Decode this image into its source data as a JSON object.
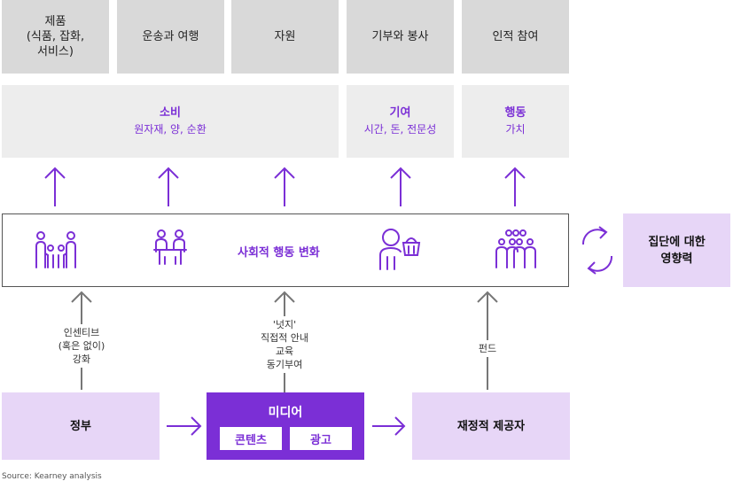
{
  "categories": [
    {
      "label": "제품\n(식품, 잡화,\n서비스)"
    },
    {
      "label": "운송과 여행"
    },
    {
      "label": "자원"
    },
    {
      "label": "기부와 봉사"
    },
    {
      "label": "인적 참여"
    }
  ],
  "results": [
    {
      "title": "소비",
      "sub": "원자재, 양, 순환"
    },
    {
      "title": "기여",
      "sub": "시간, 돈, 전문성"
    },
    {
      "title": "행동",
      "sub": "가치"
    }
  ],
  "behavior_change": "사회적 행동 변화",
  "collective_impact": "집단에 대한\n영향력",
  "government": "정부",
  "media": {
    "title": "미디어",
    "content": "콘텐츠",
    "ads": "광고"
  },
  "funders": "재정적 제공자",
  "labels": {
    "incentive": "인센티브\n(혹은 없이)\n강화",
    "nudge": "'넛지'\n직접적 안내\n교육\n동기부여",
    "fund": "펀드"
  },
  "source": "Source: Kearney analysis",
  "colors": {
    "accent": "#7b2fd6",
    "lavender": "#e7d6f7",
    "gray": "#d9d9d9",
    "light_gray": "#ededed"
  },
  "icons": [
    "family-icon",
    "meeting-icon",
    "person-basket-icon",
    "crowd-icon",
    "cycle-arrows-icon"
  ]
}
